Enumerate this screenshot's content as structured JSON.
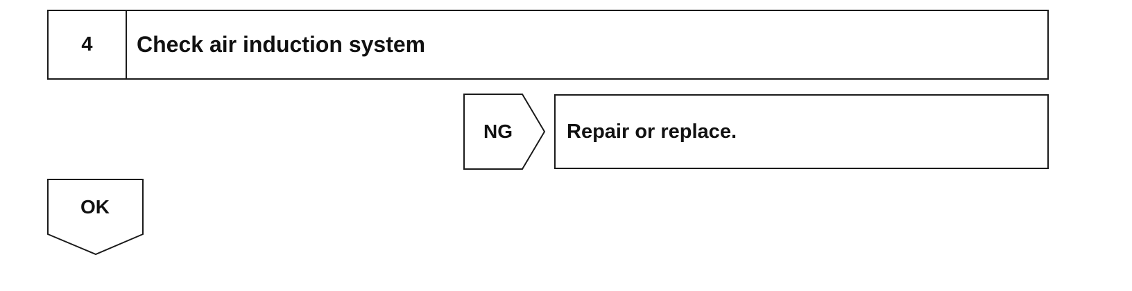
{
  "step": {
    "number": "4",
    "title": "Check air induction system"
  },
  "ng_branch": {
    "label": "NG",
    "action": "Repair or replace."
  },
  "ok_branch": {
    "label": "OK"
  }
}
